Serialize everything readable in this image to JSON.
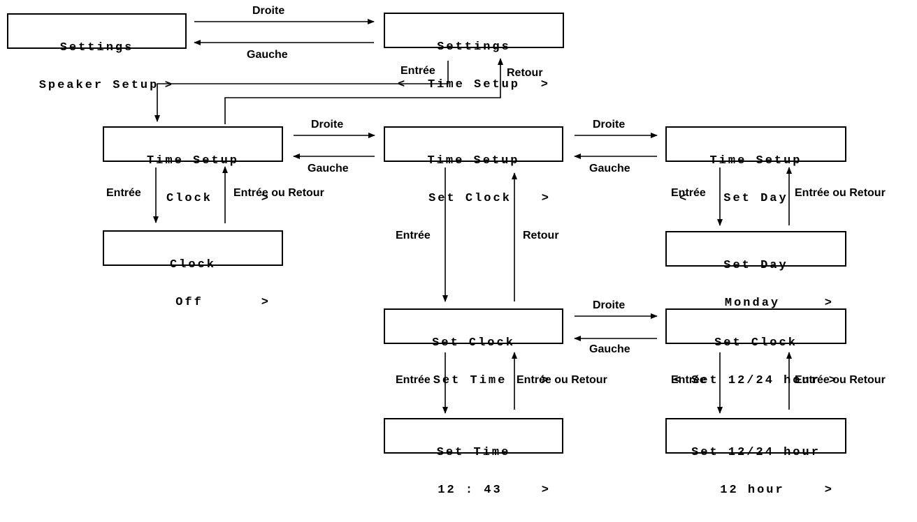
{
  "screens": {
    "speaker_setup": {
      "line1": "Settings",
      "line2": "Speaker Setup",
      "right": ">"
    },
    "time_setup": {
      "line1": "Settings",
      "line2": "Time Setup",
      "left": "<",
      "right": ">"
    },
    "clock_menu": {
      "line1": "Time Setup",
      "line2": "Clock",
      "right": ">"
    },
    "set_clock_menu": {
      "line1": "Time Setup",
      "line2": "Set Clock",
      "right": ">"
    },
    "set_day_menu": {
      "line1": "Time Setup",
      "line2": "Set Day",
      "left": "<"
    },
    "clock_value": {
      "line1": "Clock",
      "line2": "Off",
      "right": ">"
    },
    "set_day_value": {
      "line1": "Set Day",
      "line2": "Monday",
      "right": ">"
    },
    "set_time_menu": {
      "line1": "Set Clock",
      "line2": "Set Time",
      "right": ">"
    },
    "hour_format_menu": {
      "line1": "Set Clock",
      "line2": "Set 12/24 hour",
      "left": "<",
      "right": ">"
    },
    "set_time_value": {
      "line1": "Set Time",
      "line2": "12 : 43",
      "right": ">"
    },
    "hour_format_value": {
      "line1": "Set 12/24 hour",
      "line2": "12 hour",
      "right": ">"
    }
  },
  "labels": {
    "droite_1": "Droite",
    "gauche_1": "Gauche",
    "entree_1": "Entrée",
    "retour_1": "Retour",
    "droite_2": "Droite",
    "gauche_2": "Gauche",
    "droite_3": "Droite",
    "gauche_3": "Gauche",
    "entree_clock": "Entrée",
    "entree_ou_retour_clock": "Entrée ou Retour",
    "entree_set_clock": "Entrée",
    "retour_set_clock": "Retour",
    "entree_set_day": "Entrée",
    "entree_ou_retour_set_day": "Entrée ou Retour",
    "droite_4": "Droite",
    "gauche_4": "Gauche",
    "entree_set_time": "Entrée",
    "entree_ou_retour_set_time": "Entrée ou Retour",
    "entree_hour_format": "Entrée",
    "entree_ou_retour_hour_format": "Entrée ou Retour"
  }
}
